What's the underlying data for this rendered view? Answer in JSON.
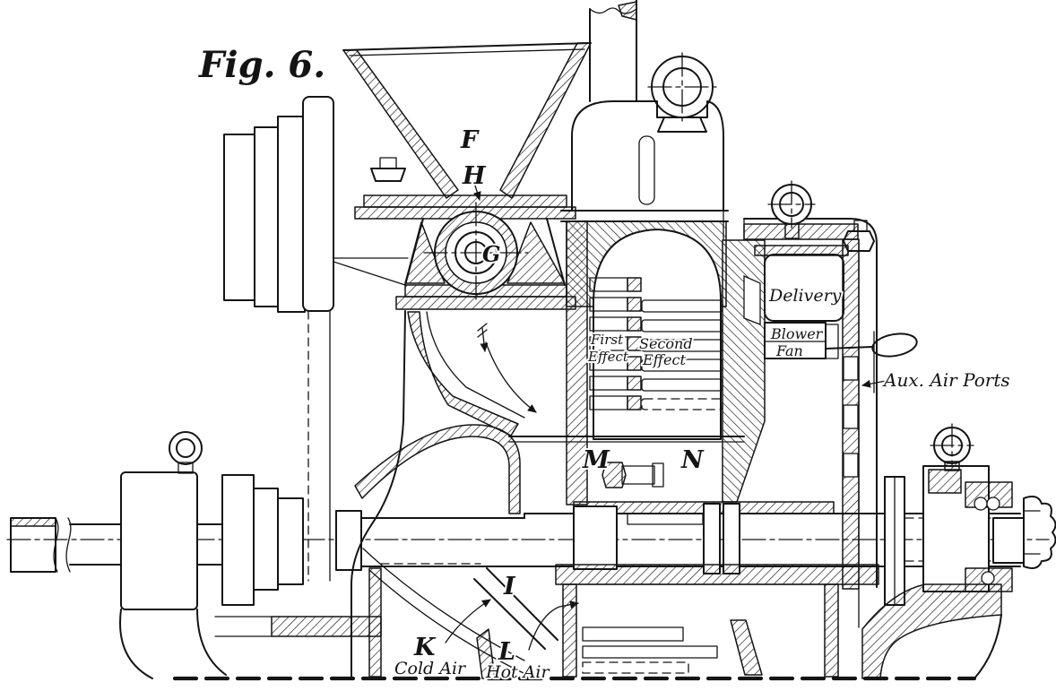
{
  "title": "Fig. 6.",
  "labels": {
    "f": "F",
    "h": "H",
    "g": "G",
    "i": "I",
    "k": "K",
    "l": "L",
    "m": "M",
    "n": "N",
    "cold_air": "Cold Air",
    "hot_air": "Hot Air",
    "delivery": "Delivery",
    "blower_line1": "Blower",
    "blower_line2": "Fan",
    "first_effect_line1": "First",
    "first_effect_line2": "Effect",
    "second_effect_line1": "Second",
    "second_effect_line2": "Effect",
    "aux_air_ports": "Aux. Air Ports"
  },
  "colors": {
    "ink": "#141414",
    "paper": "#ffffff"
  }
}
